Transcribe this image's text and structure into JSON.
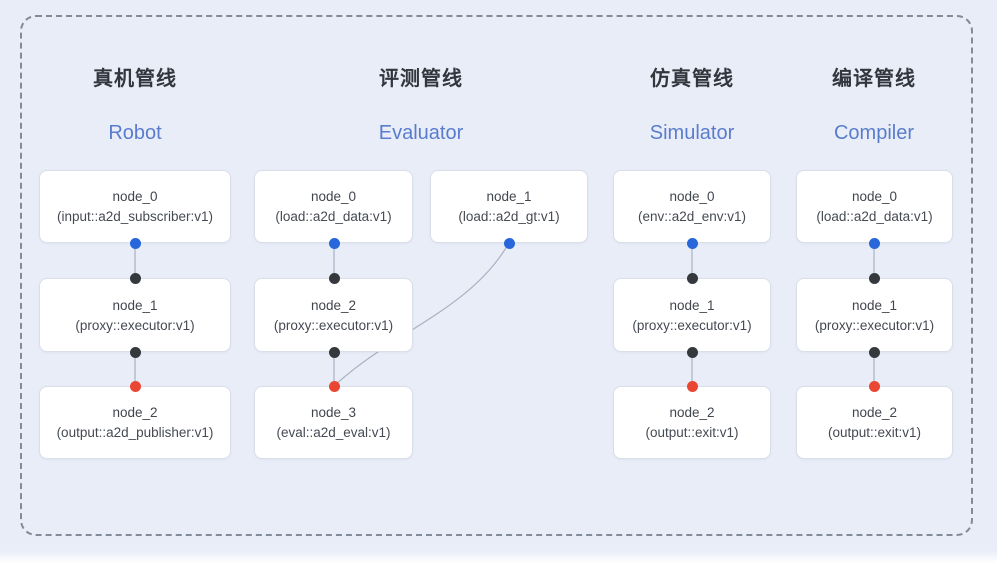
{
  "diagram": {
    "background_color": "#e9edf8",
    "frame_border_color": "#838a99",
    "edge_color": "#a8b1c3",
    "node_background": "#ffffff",
    "node_border_color": "#d9dee9",
    "title_zh_color": "#33363d",
    "title_en_color": "#5a7ccd",
    "dot_colors": {
      "source_output": "#2766db",
      "proxy_port": "#35393e",
      "sink_input": "#ea4634"
    }
  },
  "pipelines": [
    {
      "title_zh": "真机管线",
      "title_en": "Robot",
      "nodes": [
        {
          "name": "node_0",
          "detail": "(input::a2d_subscriber:v1)"
        },
        {
          "name": "node_1",
          "detail": "(proxy::executor:v1)"
        },
        {
          "name": "node_2",
          "detail": "(output::a2d_publisher:v1)"
        }
      ],
      "connections": [
        "node_0→node_1",
        "node_1→node_2"
      ]
    },
    {
      "title_zh": "评测管线",
      "title_en": "Evaluator",
      "nodes": [
        {
          "name": "node_0",
          "detail": "(load::a2d_data:v1)"
        },
        {
          "name": "node_1",
          "detail": "(load::a2d_gt:v1)"
        },
        {
          "name": "node_2",
          "detail": "(proxy::executor:v1)"
        },
        {
          "name": "node_3",
          "detail": "(eval::a2d_eval:v1)"
        }
      ],
      "connections": [
        "node_0→node_2",
        "node_2→node_3",
        "node_1→node_3"
      ]
    },
    {
      "title_zh": "仿真管线",
      "title_en": "Simulator",
      "nodes": [
        {
          "name": "node_0",
          "detail": "(env::a2d_env:v1)"
        },
        {
          "name": "node_1",
          "detail": "(proxy::executor:v1)"
        },
        {
          "name": "node_2",
          "detail": "(output::exit:v1)"
        }
      ],
      "connections": [
        "node_0→node_1",
        "node_1→node_2"
      ]
    },
    {
      "title_zh": "编译管线",
      "title_en": "Compiler",
      "nodes": [
        {
          "name": "node_0",
          "detail": "(load::a2d_data:v1)"
        },
        {
          "name": "node_1",
          "detail": "(proxy::executor:v1)"
        },
        {
          "name": "node_2",
          "detail": "(output::exit:v1)"
        }
      ],
      "connections": [
        "node_0→node_1",
        "node_1→node_2"
      ]
    }
  ]
}
